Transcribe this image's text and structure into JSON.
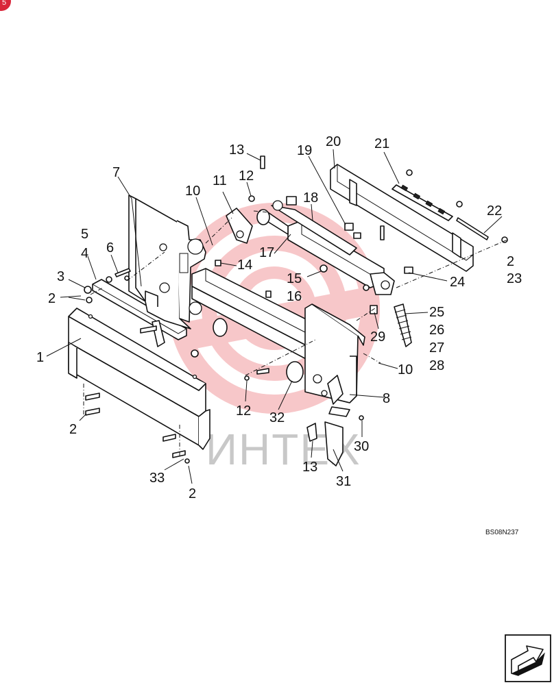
{
  "drawing_code": "BS08N237",
  "watermark": "ИНТЕХ",
  "colors": {
    "watermark": "#e5393f",
    "ink": "#111111",
    "badge": "#d9263a"
  },
  "icons": {
    "corner_badge": "red-circle-badge-icon",
    "nav_arrow": "next-page-arrow-icon"
  },
  "callouts": [
    {
      "id": "c1",
      "label": "1"
    },
    {
      "id": "c2a",
      "label": "2"
    },
    {
      "id": "c2b",
      "label": "2"
    },
    {
      "id": "c2c",
      "label": "2"
    },
    {
      "id": "c2d",
      "label": "2"
    },
    {
      "id": "c3",
      "label": "3"
    },
    {
      "id": "c4",
      "label": "4"
    },
    {
      "id": "c5",
      "label": "5"
    },
    {
      "id": "c6",
      "label": "6"
    },
    {
      "id": "c7",
      "label": "7"
    },
    {
      "id": "c8",
      "label": "8"
    },
    {
      "id": "c10a",
      "label": "10"
    },
    {
      "id": "c10b",
      "label": "10"
    },
    {
      "id": "c11",
      "label": "11"
    },
    {
      "id": "c12a",
      "label": "12"
    },
    {
      "id": "c12b",
      "label": "12"
    },
    {
      "id": "c13a",
      "label": "13"
    },
    {
      "id": "c13b",
      "label": "13"
    },
    {
      "id": "c14",
      "label": "14"
    },
    {
      "id": "c15",
      "label": "15"
    },
    {
      "id": "c16",
      "label": "16"
    },
    {
      "id": "c17",
      "label": "17"
    },
    {
      "id": "c18",
      "label": "18"
    },
    {
      "id": "c19",
      "label": "19"
    },
    {
      "id": "c20",
      "label": "20"
    },
    {
      "id": "c21",
      "label": "21"
    },
    {
      "id": "c22",
      "label": "22"
    },
    {
      "id": "c23",
      "label": "23"
    },
    {
      "id": "c24",
      "label": "24"
    },
    {
      "id": "c25",
      "label": "25"
    },
    {
      "id": "c26",
      "label": "26"
    },
    {
      "id": "c27",
      "label": "27"
    },
    {
      "id": "c28",
      "label": "28"
    },
    {
      "id": "c29",
      "label": "29"
    },
    {
      "id": "c30",
      "label": "30"
    },
    {
      "id": "c31",
      "label": "31"
    },
    {
      "id": "c32",
      "label": "32"
    },
    {
      "id": "c33",
      "label": "33"
    }
  ]
}
